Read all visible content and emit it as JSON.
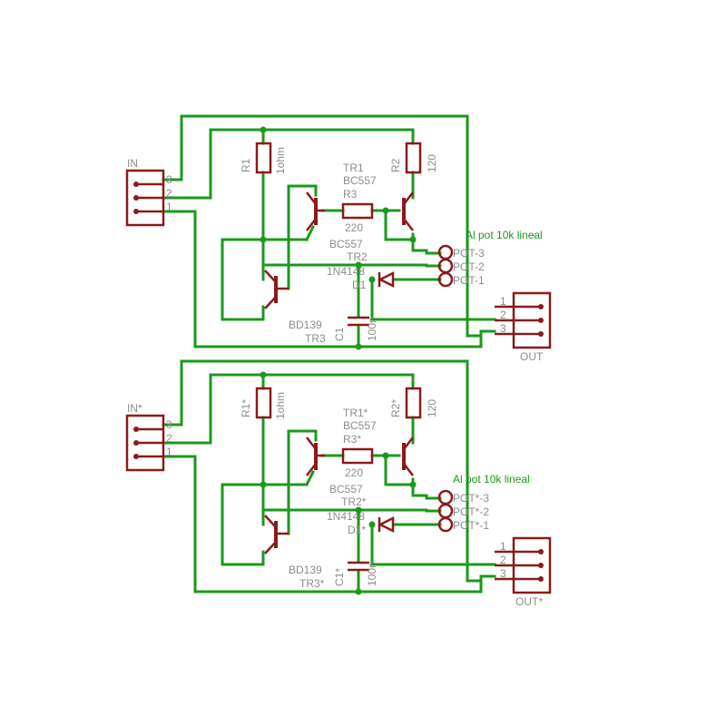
{
  "colors": {
    "wire": "#1a9a1a",
    "part": "#8b1a1a",
    "label": "#8c8c8c",
    "note": "#1a9a1a"
  },
  "channels": [
    {
      "in": "IN",
      "out": "OUT",
      "r1": "R1",
      "r1v": "1ohm",
      "r2": "R2",
      "r2v": "120",
      "r3": "R3",
      "r3v": "220",
      "tr1": "TR1",
      "tr1v": "BC557",
      "tr2": "TR2",
      "tr2v": "BC557",
      "tr3": "TR3",
      "tr3v": "BD139",
      "c1": "C1",
      "c1v": "100n",
      "d1": "D1",
      "d1v": "1N4148",
      "pot1": "POT-1",
      "pot2": "POT-2",
      "pot3": "POT-3",
      "pot_note": "Al pot 10k lineal",
      "pins": [
        "1",
        "2",
        "3"
      ]
    },
    {
      "in": "IN*",
      "out": "OUT*",
      "r1": "R1*",
      "r1v": "1ohm",
      "r2": "R2*",
      "r2v": "120",
      "r3": "R3*",
      "r3v": "220",
      "tr1": "TR1*",
      "tr1v": "BC557",
      "tr2": "TR2*",
      "tr2v": "BC557",
      "tr3": "TR3*",
      "tr3v": "BD139",
      "c1": "C1*",
      "c1v": "100n",
      "d1": "D1*",
      "d1v": "1N4148",
      "pot1": "POT*-1",
      "pot2": "POT*-2",
      "pot3": "POT*-3",
      "pot_note": "Al pot 10k lineal",
      "pins": [
        "1",
        "2",
        "3"
      ]
    }
  ]
}
